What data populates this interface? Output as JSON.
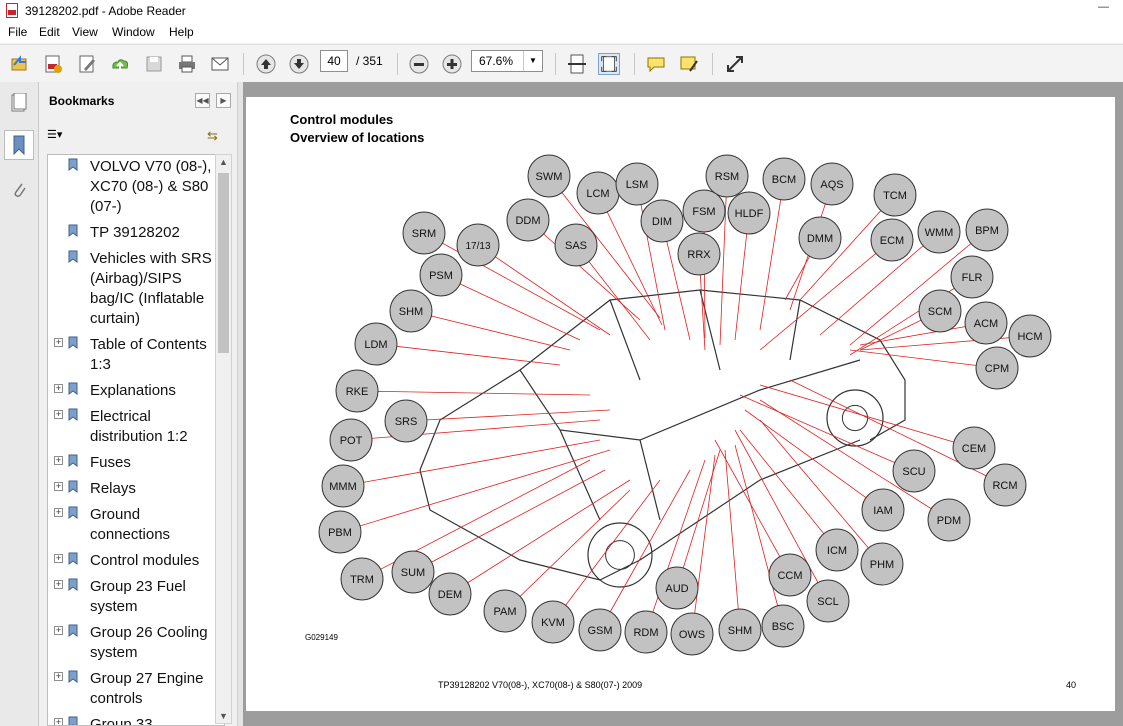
{
  "window": {
    "title": "39128202.pdf - Adobe Reader"
  },
  "menu": [
    "File",
    "Edit",
    "View",
    "Window",
    "Help"
  ],
  "toolbar": {
    "page_current": "40",
    "page_total": "/ 351",
    "zoom": "67.6%"
  },
  "panel": {
    "title": "Bookmarks",
    "items": [
      {
        "label": "VOLVO V70 (08-), XC70 (08-) & S80 (07-)",
        "expandable": false
      },
      {
        "label": "TP 39128202",
        "expandable": false
      },
      {
        "label": "Vehicles with SRS (Airbag)/SIPS bag/IC (Inflatable curtain)",
        "expandable": false
      },
      {
        "label": "Table of Contents 1:3",
        "expandable": true
      },
      {
        "label": "Explanations",
        "expandable": true
      },
      {
        "label": "Electrical distribution 1:2",
        "expandable": true
      },
      {
        "label": "Fuses",
        "expandable": true
      },
      {
        "label": "Relays",
        "expandable": true
      },
      {
        "label": "Ground connections",
        "expandable": true
      },
      {
        "label": "Control modules",
        "expandable": true
      },
      {
        "label": "Group 23 Fuel system",
        "expandable": true
      },
      {
        "label": "Group 26 Cooling system",
        "expandable": true
      },
      {
        "label": "Group 27 Engine controls",
        "expandable": true
      },
      {
        "label": "Group 33",
        "expandable": true
      }
    ]
  },
  "document": {
    "heading1": "Control modules",
    "heading2": "Overview of locations",
    "figure_code": "G029149",
    "footer": "TP39128202 V70(08-), XC70(08-) & S80(07-) 2009",
    "page_number": "40",
    "module_labels": [
      "SWM",
      "LCM",
      "LSM",
      "RSM",
      "BCM",
      "AQS",
      "DIM",
      "FSM",
      "HLDF",
      "TCM",
      "SRM",
      "17/13",
      "DDM",
      "SAS",
      "RRX",
      "DMM",
      "ECM",
      "WMM",
      "BPM",
      "PSM",
      "FLR",
      "SHM",
      "SCM",
      "ACM",
      "HCM",
      "LDM",
      "CPM",
      "RKE",
      "SRS",
      "CEM",
      "POT",
      "SCU",
      "RCM",
      "MMM",
      "IAM",
      "PDM",
      "PBM",
      "ICM",
      "PHM",
      "TRM",
      "SUM",
      "CCM",
      "DEM",
      "AUD",
      "SCL",
      "PAM",
      "KVM",
      "GSM",
      "RDM",
      "OWS",
      "SHM",
      "BSC"
    ]
  },
  "colors": {
    "leader_line": "#e02020",
    "module_circle": "#c2c2c2"
  }
}
